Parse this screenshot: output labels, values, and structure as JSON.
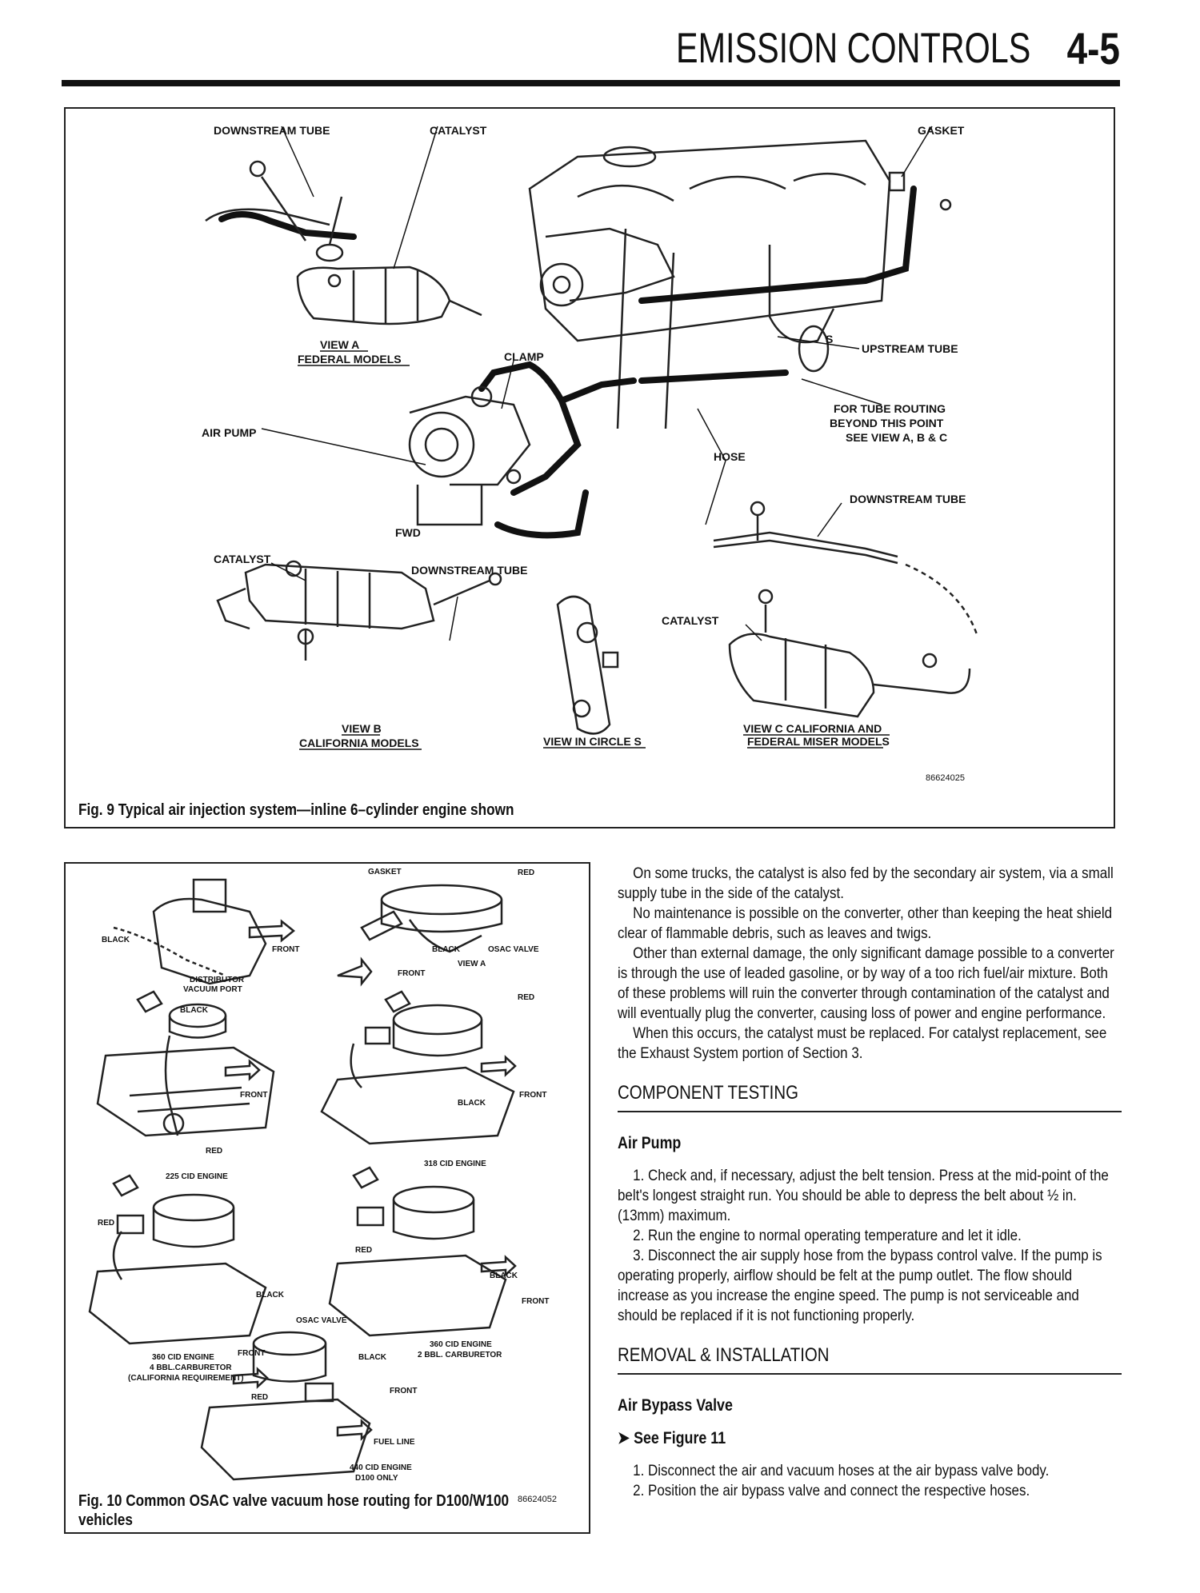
{
  "header": {
    "title": "EMISSION CONTROLS",
    "page": "4-5"
  },
  "figure9": {
    "caption": "Fig. 9 Typical air injection system—inline 6–cylinder engine shown",
    "code": "86624025",
    "labels": {
      "downstream_tube_a": "DOWNSTREAM TUBE",
      "catalyst_a": "CATALYST",
      "gasket": "GASKET",
      "view_a_1": "VIEW A",
      "view_a_2": "FEDERAL MODELS",
      "clamp": "CLAMP",
      "upstream_tube": "UPSTREAM TUBE",
      "s": "S",
      "routing_1": "FOR TUBE ROUTING",
      "routing_2": "BEYOND THIS POINT",
      "routing_3": "SEE VIEW A, B & C",
      "air_pump": "AIR PUMP",
      "hose": "HOSE",
      "downstream_tube_c": "DOWNSTREAM TUBE",
      "fwd": "FWD",
      "catalyst_b": "CATALYST",
      "downstream_tube_b": "DOWNSTREAM TUBE",
      "catalyst_c": "CATALYST",
      "view_b_1": "VIEW B",
      "view_b_2": "CALIFORNIA MODELS",
      "view_circle_s": "VIEW IN CIRCLE S",
      "view_c_1": "VIEW C CALIFORNIA AND",
      "view_c_2": "FEDERAL MISER MODELS"
    }
  },
  "figure10": {
    "caption_1": "Fig. 10 Common OSAC valve vacuum hose routing for D100/W100",
    "caption_2": "vehicles",
    "code": "86624052",
    "labels": {
      "gasket": "GASKET",
      "red_1": "RED",
      "black_1": "BLACK",
      "front_1": "FRONT",
      "black_2": "BLACK",
      "osac_valve_1": "OSAC VALVE",
      "front_2": "FRONT",
      "view_a": "VIEW A",
      "distributor_1": "DISTRIBUTOR",
      "distributor_2": "VACUUM PORT",
      "red_2": "RED",
      "black_3": "BLACK",
      "front_3": "FRONT",
      "front_4": "FRONT",
      "black_4": "BLACK",
      "red_3": "RED",
      "engine_225": "225 CID ENGINE",
      "engine_318": "318 CID ENGINE",
      "red_4": "RED",
      "red_5": "RED",
      "black_5": "BLACK",
      "black_6": "BLACK",
      "front_5": "FRONT",
      "osac_valve_2": "OSAC VALVE",
      "engine_360_4_1": "360 CID ENGINE",
      "engine_360_4_2": "4 BBL.CARBURETOR",
      "engine_360_4_3": "(CALIFORNIA REQUIREMENT)",
      "front_6": "FRONT",
      "black_7": "BLACK",
      "engine_360_2_1": "360 CID ENGINE",
      "engine_360_2_2": "2 BBL. CARBURETOR",
      "red_6": "RED",
      "front_7": "FRONT",
      "fuel_line": "FUEL LINE",
      "engine_440_1": "440 CID ENGINE",
      "engine_440_2": "D100 ONLY"
    }
  },
  "text": {
    "p1": "On some trucks, the catalyst is also fed by the secondary air system, via a small supply tube in the side of the catalyst.",
    "p2": "No maintenance is possible on the converter, other than keeping the heat shield clear of flammable debris, such as leaves and twigs.",
    "p3": "Other than external damage, the only significant damage possible to a converter is through the use of leaded gasoline, or by way of a too rich fuel/air mixture. Both of these problems will ruin the converter through contamination of the catalyst and will eventually plug the converter, causing loss of power and engine performance.",
    "p4": "When this occurs, the catalyst must be replaced. For catalyst replacement, see the Exhaust System portion of Section 3.",
    "section1": "COMPONENT TESTING",
    "sub1": "Air Pump",
    "step1": "1. Check and, if necessary, adjust the belt tension. Press at the mid-point of the belt's longest straight run. You should be able to depress the belt about ½ in. (13mm) maximum.",
    "step2": "2. Run the engine to normal operating temperature and let it idle.",
    "step3": "3. Disconnect the air supply hose from the bypass control valve. If the pump is operating properly, airflow should be felt at the pump outlet. The flow should increase as you increase the engine speed. The pump is not serviceable and should be replaced if it is not functioning properly.",
    "section2": "REMOVAL & INSTALLATION",
    "sub2": "Air Bypass Valve",
    "see_figure": "See Figure 11",
    "step4": "1. Disconnect the air and vacuum hoses at the air bypass valve body.",
    "step5": "2. Position the air bypass valve and connect the respective hoses."
  }
}
